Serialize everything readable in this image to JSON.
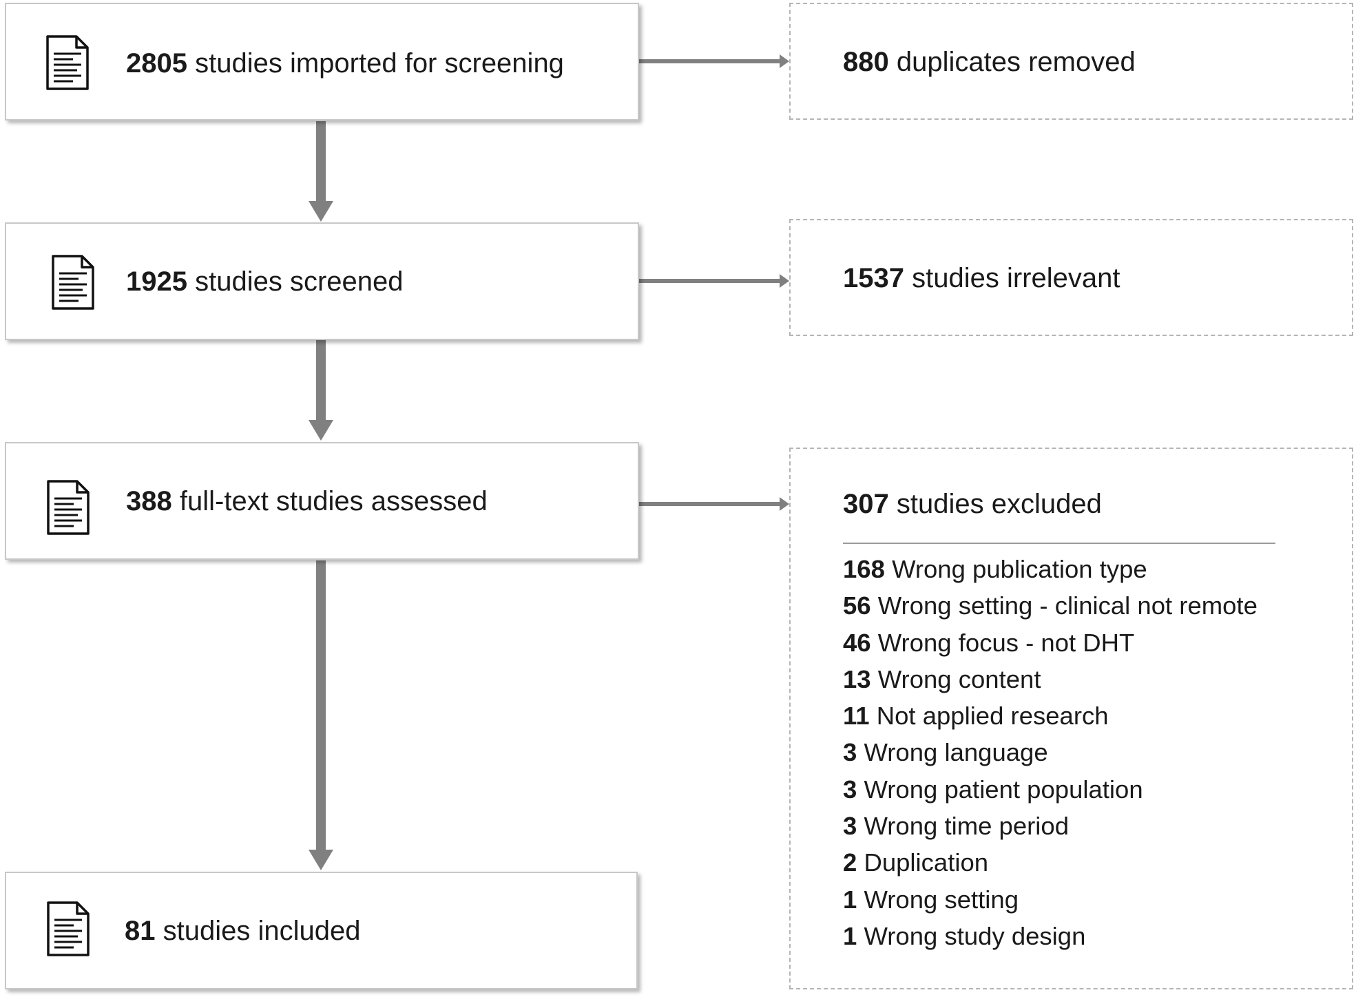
{
  "flow": [
    {
      "count": "2805",
      "text": "studies imported for screening"
    },
    {
      "count": "1925",
      "text": "studies screened"
    },
    {
      "count": "388",
      "text": "full-text studies assessed"
    },
    {
      "count": "81",
      "text": "studies included"
    }
  ],
  "excluded": [
    {
      "count": "880",
      "text": "duplicates removed"
    },
    {
      "count": "1537",
      "text": "studies irrelevant"
    },
    {
      "count": "307",
      "text": "studies excluded"
    }
  ],
  "exclusion_reasons": [
    {
      "count": "168",
      "text": "Wrong publication type"
    },
    {
      "count": "56",
      "text": "Wrong setting - clinical not remote"
    },
    {
      "count": "46",
      "text": "Wrong focus - not DHT"
    },
    {
      "count": "13",
      "text": "Wrong content"
    },
    {
      "count": "11",
      "text": "Not applied research"
    },
    {
      "count": "3",
      "text": "Wrong language"
    },
    {
      "count": "3",
      "text": "Wrong patient population"
    },
    {
      "count": "3",
      "text": "Wrong time period"
    },
    {
      "count": "2",
      "text": "Duplication"
    },
    {
      "count": "1",
      "text": "Wrong setting"
    },
    {
      "count": "1",
      "text": "Wrong study design"
    }
  ],
  "icon": "document-icon",
  "colors": {
    "arrow": "#808080",
    "box_border": "#c8c8c8",
    "dashed_border": "#b5b5b5"
  }
}
